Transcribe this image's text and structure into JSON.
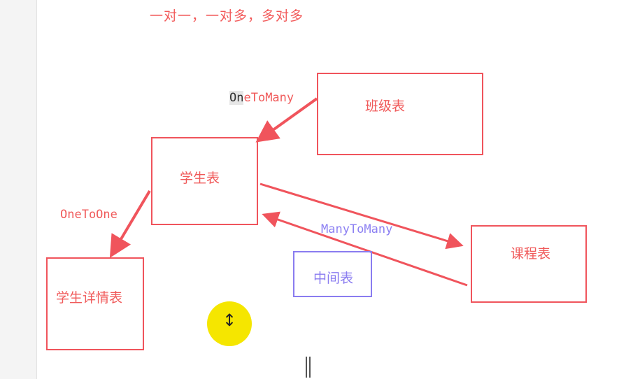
{
  "title": "一对一，一对多，多对多",
  "tables": {
    "class": "班级表",
    "student": "学生表",
    "course": "课程表",
    "student_detail": "学生详情表",
    "middle": "中间表"
  },
  "relations": {
    "one_to_many_prefix": "On",
    "one_to_many_rest": "eToMany",
    "one_to_one": "OneToOne",
    "many_to_many": "ManyToMany"
  },
  "colors": {
    "red": "#f0545c",
    "purple": "#8a7cf0",
    "cursor_highlight": "#f5e600"
  },
  "icons": {
    "cursor": "vertical-resize-cursor-icon",
    "text_cursor": "text-ibeam-cursor-icon"
  }
}
